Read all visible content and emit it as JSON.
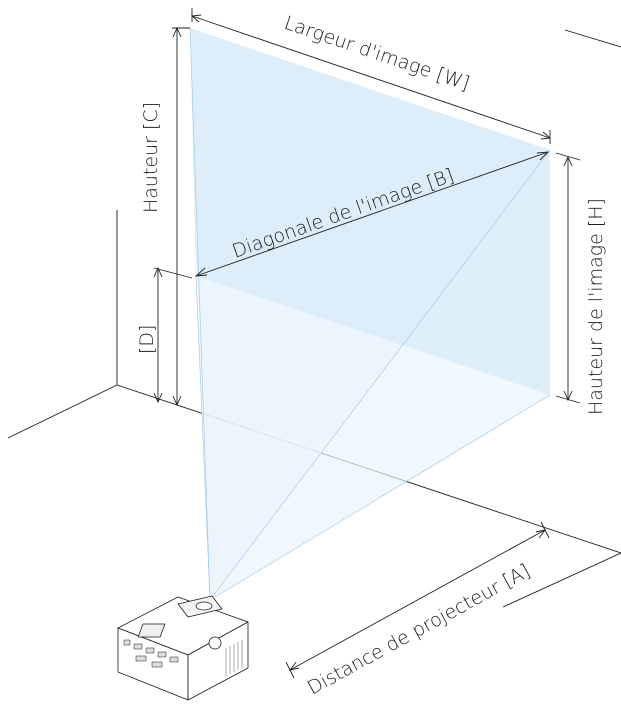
{
  "labels": {
    "width": "Largeur d'image [W]",
    "height_c": "Hauteur [C]",
    "diagonal": "Diagonale de l'image [B]",
    "image_height": "Hauteur de l'image [H]",
    "offset_d": "[D]",
    "distance": "Distance de projecteur [A]"
  },
  "colors": {
    "screen_fill": "#d9ecf9",
    "beam_fill": "#e9f4fc",
    "line": "#1a1a1a",
    "ray": "#9ec6e3",
    "projector_body": "#ffffff"
  },
  "icons": {
    "projector": "projector-device-icon",
    "logo": "dell-logo-icon"
  }
}
